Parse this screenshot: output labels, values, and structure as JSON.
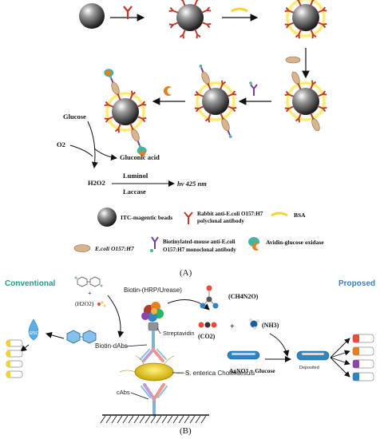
{
  "panel_a": {
    "label": "(A)",
    "glucose": "Glucose",
    "o2": "O2",
    "gluconic_acid": "Gluconic acid",
    "h2o2": "H2O2",
    "luminol": "Luminol",
    "laccase": "Laccase",
    "hv": "hv 425 nm",
    "legend": {
      "beads": "ITC-magentic beads",
      "rabbit_ab_line1": "Rabbit anti-E.coli O157:H7",
      "rabbit_ab_line2": "polyclonal antibody",
      "bsa": "BSA",
      "ecoli": "E.coli O157:H7",
      "biotin_ab_line1": "Biotinylated-mouse anti-E.coli",
      "biotin_ab_line2": "O157:H7 monoclonal antibody",
      "avidin_gox": "Avidin-glucose oxidase"
    }
  },
  "panel_b": {
    "label": "(B)",
    "conventional": "Conventional",
    "proposed": "Proposed",
    "h2o2": "(H2O2)",
    "h2so4": "H2SO4",
    "biotin_enzyme": "Biotin-(HRP/Urease)",
    "streptavidin": "Streptavidin",
    "biotin_dabs": "Biotin-dAbs",
    "cabs": "cAbs",
    "salmonella": "S. enterica Choleraesuis",
    "urea": "(CH4N2O)",
    "co2": "(CO2)",
    "plus": "+",
    "nh3": "(NH3)",
    "agno3_glucose": "AgNO3 + Glucose",
    "ag_deposited": "Deposited"
  },
  "colors": {
    "conventional": "#17a589",
    "proposed": "#2e86c1",
    "antibody_red": "#c0392b",
    "bsa_yellow": "#f4d03f",
    "ecoli_tan": "#d7b48b",
    "biotin_purple": "#7d3c98",
    "gox_green": "#45b39d",
    "gox_orange": "#e67e22",
    "salmonella_yellow": "#e5c00a",
    "nanorod_blue": "#2e86c1"
  }
}
